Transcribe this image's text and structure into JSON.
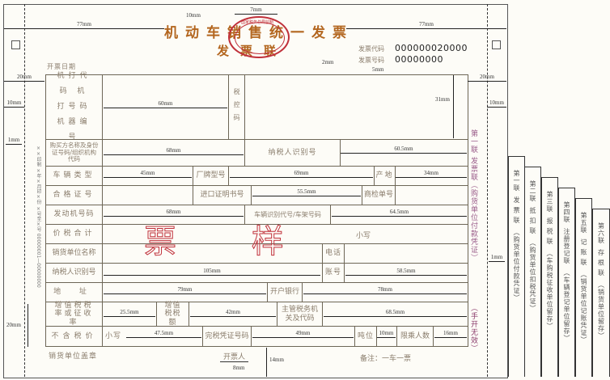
{
  "header": {
    "title": "机动车销售统一发票",
    "subtitle": "发票联",
    "stamp_text": "国家税务总局监制",
    "invoice_code_label": "发票代码",
    "invoice_code": "000000020000",
    "invoice_number_label": "发票号码",
    "invoice_number": "00000000",
    "issue_date_label": "开票日期"
  },
  "labels": {
    "machine_codes": "机打代码 机打号码 机器编号",
    "tax_control": "税控码",
    "buyer": "购买方名称及身份证号码/组织机构代码",
    "taxpayer_id": "纳税人识别号",
    "vehicle_type": "车辆类型",
    "brand_model": "厂牌型号",
    "origin": "产地",
    "certificate_no": "合格证号",
    "import_cert": "进口证明书号",
    "inspection_no": "商检单号",
    "engine_no": "发动机号码",
    "vin": "车辆识别代号/车架号码",
    "total": "价税合计",
    "lowercase": "小写",
    "seller_name": "销货单位名称",
    "phone": "电话",
    "seller_taxpayer_id": "纳税人识别号",
    "account": "账号",
    "address": "地 址",
    "bank": "开户银行",
    "vat_rate": "增值税税率或征收率",
    "vat_amount": "增值税税额",
    "tax_authority": "主管税务机关及代码",
    "price_ex_tax": "不含税价",
    "lowercase2": "小写",
    "tax_paid_cert": "完税凭证号码",
    "tonnage": "吨位",
    "passengers": "限乘人数",
    "seller_seal": "销货单位盖章",
    "issuer": "开票人",
    "remark": "备注：一车一票",
    "watermark": "票 样"
  },
  "side": {
    "copy_label": "第一联 发票联（购货单位付款凭证）",
    "handwritten_invalid": "（手开无效）",
    "printer_info": "××印制 ×年×月印×份 ×号至×号 00000001—00000000"
  },
  "copies": [
    {
      "name": "第一联",
      "kind": "发 票 联",
      "purpose": "（购货单位付款凭证）"
    },
    {
      "name": "第二联",
      "kind": "抵 扣 联",
      "purpose": "（购货单位扣税凭证）"
    },
    {
      "name": "第三联",
      "kind": "报 税 联",
      "purpose": "（车购税征收单位留存）"
    },
    {
      "name": "第四联",
      "kind": "注册登记联",
      "purpose": "（车辆登记单位留存）"
    },
    {
      "name": "第五联",
      "kind": "记 账 联",
      "purpose": "（销货单位记账凭证）"
    },
    {
      "name": "第六联",
      "kind": "存 根 联",
      "purpose": "（销货单位留存）"
    }
  ],
  "dims": {
    "top_left": "77mm",
    "top_right": "77mm",
    "title_h": "10mm",
    "stamp_w": "7mm",
    "gap2": "2mm",
    "gap5": "5mm",
    "left20": "20mm",
    "right20": "20mm",
    "left10": "10mm",
    "right10": "10mm",
    "left1": "1mm",
    "right1": "1mm",
    "code_w": "60mm",
    "tax_h": "31mm",
    "buyer_w": "68mm",
    "tin_w": "60.5mm",
    "type_w": "45mm",
    "brand_w": "69mm",
    "origin_w": "34mm",
    "import_w": "55.5mm",
    "engine_w": "68mm",
    "vin_w": "64.5mm",
    "seller_tin_w": "105mm",
    "account_w": "58.5mm",
    "addr_w": "79mm",
    "bank_w": "78mm",
    "rate_w": "25.5mm",
    "vat_w": "42mm",
    "auth_w": "68.5mm",
    "price_w": "47.5mm",
    "cert_w": "49mm",
    "ton_w": "10mm",
    "pass_w": "16mm",
    "bottom20": "20mm",
    "issuer_h": "8mm",
    "foot_h": "14mm"
  },
  "colors": {
    "title": "#b3661f",
    "stamp": "#c0303a",
    "watermark": "#c0303a",
    "grid": "#6d6656"
  }
}
